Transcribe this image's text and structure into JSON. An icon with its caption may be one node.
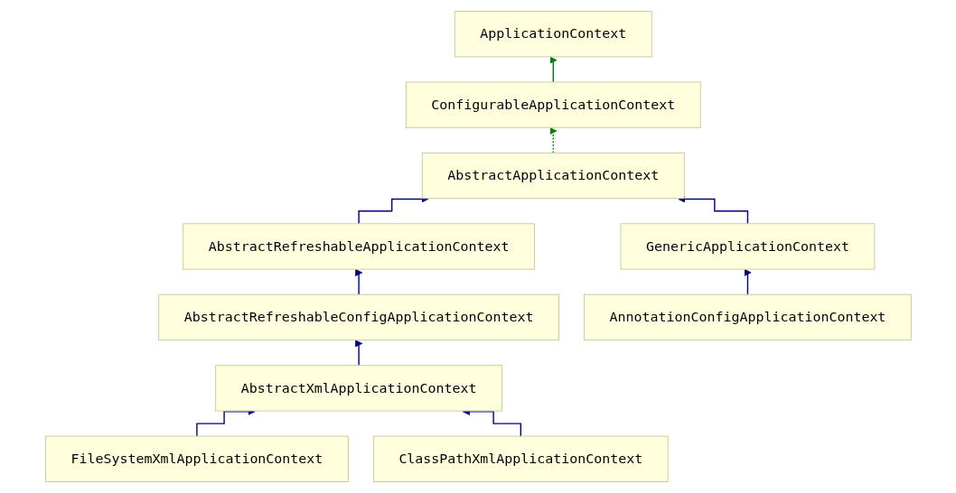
{
  "diagram": {
    "nodes": [
      {
        "text": [
          "ApplicationContext"
        ]
      },
      {
        "text": [
          "ConfigurableApplicationContext"
        ]
      },
      {
        "text": [
          "AbstractApplicationContext"
        ]
      },
      {
        "text": [
          "AbstractRefreshableApplicationContext"
        ]
      },
      {
        "text": [
          "GenericApplicationContext"
        ]
      },
      {
        "text": [
          "AbstractRefreshableConfigApplicationContext"
        ]
      },
      {
        "text": [
          "AnnotationConfigApplicationContext"
        ]
      },
      {
        "text": [
          "AbstractXmlApplicationContext"
        ]
      },
      {
        "text": [
          "FileSystemXmlApplicationContext"
        ]
      },
      {
        "text": [
          "ClassPathXmlApplicationContext"
        ]
      }
    ],
    "edges": [
      {
        "from": 1,
        "to": 0,
        "arrow": "to",
        "color": "#008000"
      },
      {
        "from": 2,
        "to": 1,
        "arrow": "to",
        "style": "dashed",
        "color": "#008000"
      },
      {
        "from": 3,
        "to": 2,
        "arrow": "to"
      },
      {
        "from": 4,
        "to": 2,
        "arrow": "to"
      },
      {
        "from": 5,
        "to": 3,
        "arrow": "to"
      },
      {
        "from": 6,
        "to": 4,
        "arrow": "to"
      },
      {
        "from": 7,
        "to": 5,
        "arrow": "to"
      },
      {
        "from": 8,
        "to": 7,
        "arrow": "to"
      },
      {
        "from": 9,
        "to": 7,
        "arrow": "to"
      }
    ]
  }
}
